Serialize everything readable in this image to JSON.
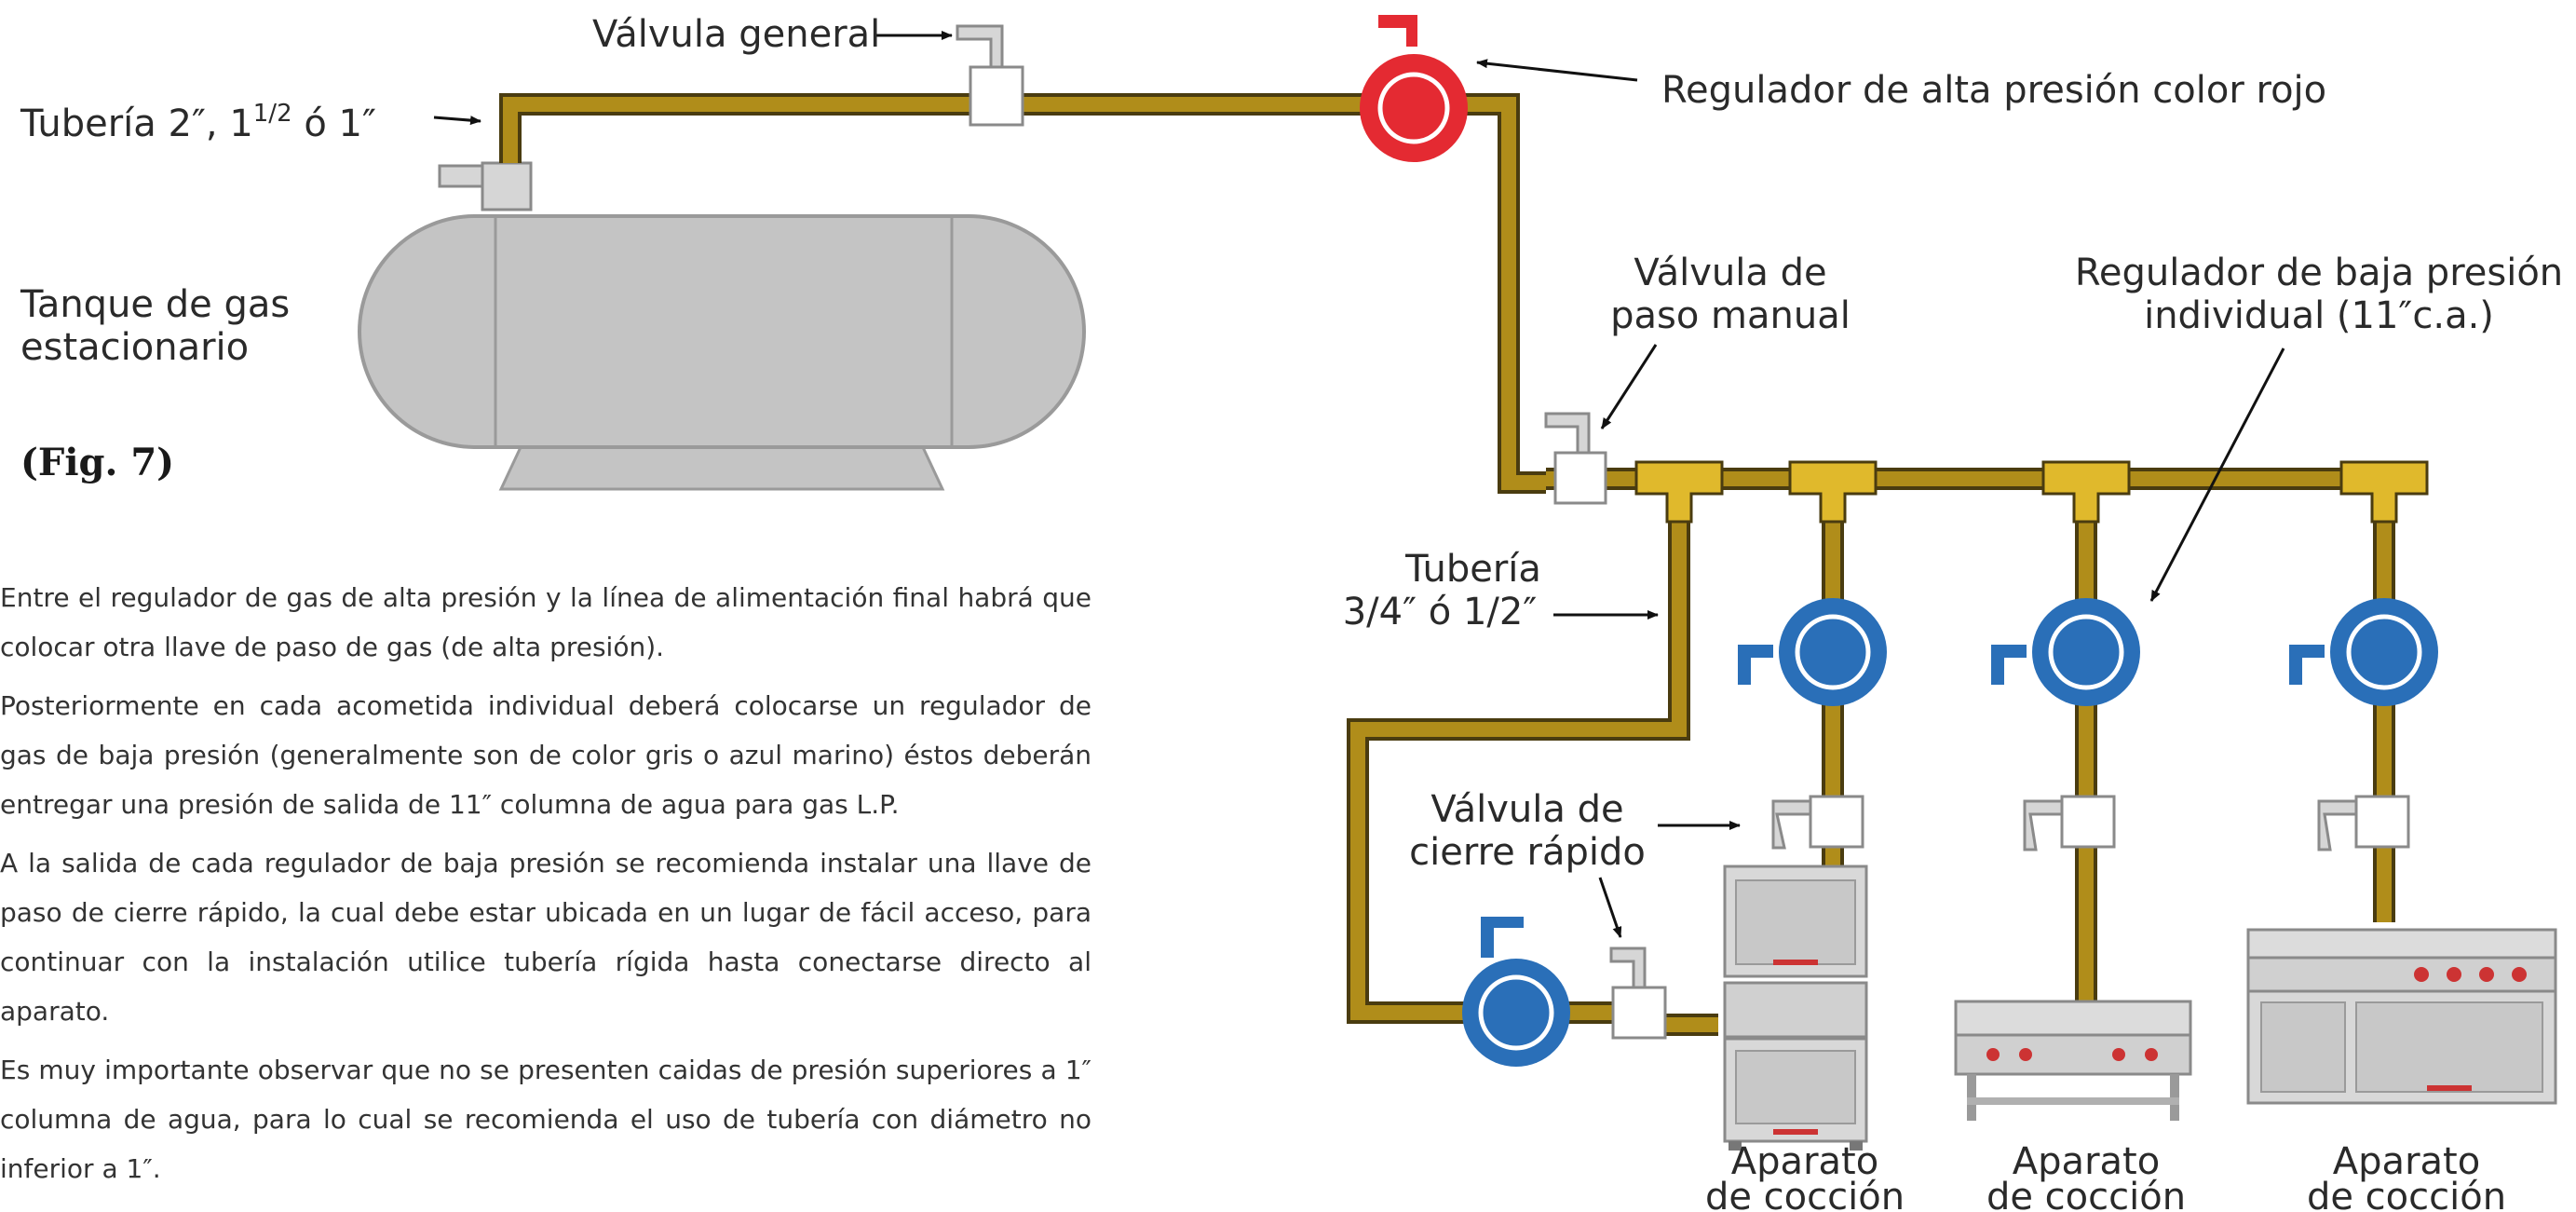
{
  "labels": {
    "valvula_general": "Válvula general",
    "tuberia_main_a": "Tubería 2″, 1",
    "tuberia_main_sup": "1/2",
    "tuberia_main_b": " ó 1″",
    "tanque_1": "Tanque de gas",
    "tanque_2": "estacionario",
    "fig": "(Fig. 7)",
    "regulador_alta": "Regulador de alta presión color rojo",
    "valvula_paso_1": "Válvula de",
    "valvula_paso_2": "paso manual",
    "regulador_baja_1": "Regulador de baja presión",
    "regulador_baja_2": "individual (11″c.a.)",
    "tuberia_sec_1": "Tubería",
    "tuberia_sec_2": "3/4″ ó 1/2″",
    "valvula_cierre_1": "Válvula de",
    "valvula_cierre_2": "cierre rápido",
    "aparato_1": "Aparato",
    "aparato_2": "de cocción"
  },
  "paragraphs": [
    "Entre el regulador de gas de alta presión y la línea de alimentación final habrá que colocar otra llave de paso de gas (de alta presión).",
    "Posteriormente en cada acometida individual deberá colocarse un regulador de gas de baja presión (generalmente son de color gris o azul marino) éstos deberán entregar una presión de salida de 11″ columna de agua para gas L.P.",
    "A la salida de cada regulador de baja presión se recomienda instalar una llave de paso de cierre rápido, la cual debe estar ubicada en un lugar de fácil acceso, para continuar con la instalación utilice tubería rígida hasta conectarse directo al aparato.",
    "Es muy importante observar que no se presenten caidas de presión superiores a 1″ columna de agua, para lo cual se recomienda el uso de tubería con diámetro no inferior a 1″."
  ],
  "colors": {
    "pipe": "#b08d1a",
    "pipe_outline": "#4a3c10",
    "tee": "#e0b92c",
    "red_regulator": "#e42a32",
    "blue_regulator": "#2a6fb8",
    "tank": "#c4c4c4",
    "valve": "#d6d6d6"
  },
  "icons": {
    "tank": "gas-tank-icon",
    "regulator": "gas-regulator-icon",
    "valve": "ball-valve-icon",
    "appliance": "cooking-appliance-icon"
  }
}
